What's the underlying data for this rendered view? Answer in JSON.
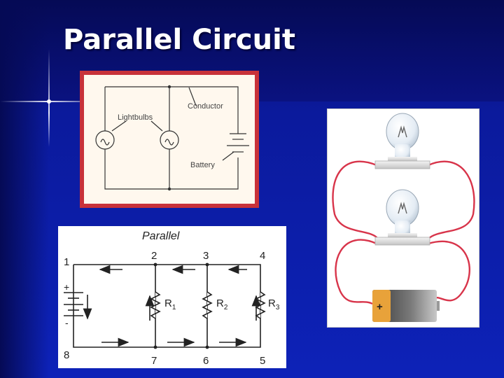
{
  "slide": {
    "title": "Parallel Circuit"
  },
  "diagram1": {
    "label_lightbulbs": "Lightbulbs",
    "label_conductor": "Conductor",
    "label_battery": "Battery"
  },
  "diagram2": {
    "heading": "Parallel",
    "node_1": "1",
    "node_2": "2",
    "node_3": "3",
    "node_4": "4",
    "node_5": "5",
    "node_6": "6",
    "node_7": "7",
    "node_8": "8",
    "plus": "+",
    "minus": "-",
    "r1": "R",
    "r1_sub": "1",
    "r2": "R",
    "r2_sub": "2",
    "r3": "R",
    "r3_sub": "3"
  },
  "diagram3": {
    "battery_plus": "+"
  },
  "colors": {
    "slide_bg": "#0b1a9c",
    "frame_red": "#c8323a",
    "wire_red": "#d8344a"
  }
}
